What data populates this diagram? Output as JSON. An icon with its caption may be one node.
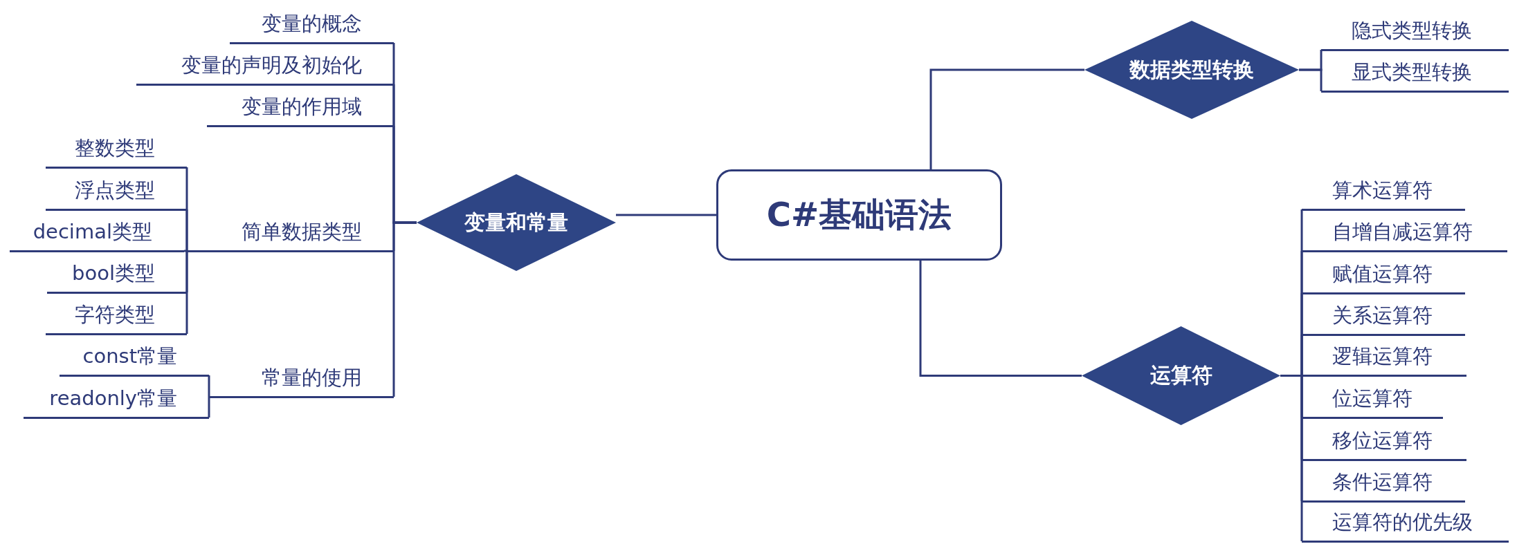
{
  "diagram": {
    "nodes": [
      {
        "text": [
          "C#基础语法"
        ]
      },
      {
        "text": [
          "变量和常量"
        ]
      },
      {
        "text": [
          "变量的概念"
        ]
      },
      {
        "text": [
          "变量的声明及初始化"
        ]
      },
      {
        "text": [
          "变量的作用域"
        ]
      },
      {
        "text": [
          "简单数据类型"
        ]
      },
      {
        "text": [
          "整数类型"
        ]
      },
      {
        "text": [
          "浮点类型"
        ]
      },
      {
        "text": [
          "decimal类型"
        ]
      },
      {
        "text": [
          "bool类型"
        ]
      },
      {
        "text": [
          "字符类型"
        ]
      },
      {
        "text": [
          "常量的使用"
        ]
      },
      {
        "text": [
          "const常量"
        ]
      },
      {
        "text": [
          "readonly常量"
        ]
      },
      {
        "text": [
          "数据类型转换"
        ]
      },
      {
        "text": [
          "隐式类型转换"
        ]
      },
      {
        "text": [
          "显式类型转换"
        ]
      },
      {
        "text": [
          "运算符"
        ]
      },
      {
        "text": [
          "算术运算符"
        ]
      },
      {
        "text": [
          "自增自减运算符"
        ]
      },
      {
        "text": [
          "赋值运算符"
        ]
      },
      {
        "text": [
          "关系运算符"
        ]
      },
      {
        "text": [
          "逻辑运算符"
        ]
      },
      {
        "text": [
          "位运算符"
        ]
      },
      {
        "text": [
          "移位运算符"
        ]
      },
      {
        "text": [
          "条件运算符"
        ]
      },
      {
        "text": [
          "运算符的优先级"
        ]
      }
    ],
    "edges": [
      {
        "from": 0,
        "to": 1,
        "arrow": "none"
      },
      {
        "from": 1,
        "to": 2,
        "arrow": "none"
      },
      {
        "from": 1,
        "to": 3,
        "arrow": "none"
      },
      {
        "from": 1,
        "to": 4,
        "arrow": "none"
      },
      {
        "from": 1,
        "to": 5,
        "arrow": "none"
      },
      {
        "from": 5,
        "to": 6,
        "arrow": "none"
      },
      {
        "from": 5,
        "to": 7,
        "arrow": "none"
      },
      {
        "from": 5,
        "to": 8,
        "arrow": "none"
      },
      {
        "from": 5,
        "to": 9,
        "arrow": "none"
      },
      {
        "from": 5,
        "to": 10,
        "arrow": "none"
      },
      {
        "from": 1,
        "to": 11,
        "arrow": "none"
      },
      {
        "from": 11,
        "to": 12,
        "arrow": "none"
      },
      {
        "from": 11,
        "to": 13,
        "arrow": "none"
      },
      {
        "from": 0,
        "to": 14,
        "arrow": "none"
      },
      {
        "from": 14,
        "to": 15,
        "arrow": "none"
      },
      {
        "from": 14,
        "to": 16,
        "arrow": "none"
      },
      {
        "from": 0,
        "to": 17,
        "arrow": "none"
      },
      {
        "from": 17,
        "to": 18,
        "arrow": "none"
      },
      {
        "from": 17,
        "to": 19,
        "arrow": "none"
      },
      {
        "from": 17,
        "to": 20,
        "arrow": "none"
      },
      {
        "from": 17,
        "to": 21,
        "arrow": "none"
      },
      {
        "from": 17,
        "to": 22,
        "arrow": "none"
      },
      {
        "from": 17,
        "to": 23,
        "arrow": "none"
      },
      {
        "from": 17,
        "to": 24,
        "arrow": "none"
      },
      {
        "from": 17,
        "to": 25,
        "arrow": "none"
      },
      {
        "from": 17,
        "to": 26,
        "arrow": "none"
      }
    ]
  }
}
